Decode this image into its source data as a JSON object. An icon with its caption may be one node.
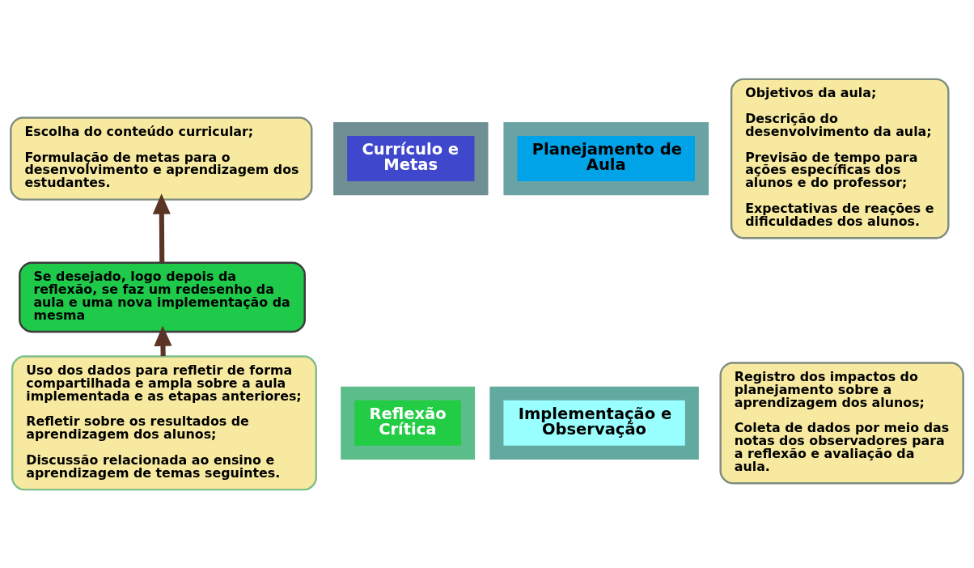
{
  "diagram": {
    "nodes": [
      {
        "text": [
          "Escolha do conteúdo curricular;",
          "Formulação de metas para o desenvolvimento e aprendizagem dos estudantes."
        ]
      },
      {
        "text": [
          "Currículo e Metas"
        ]
      },
      {
        "text": [
          "Planejamento de Aula"
        ]
      },
      {
        "text": [
          "Objetivos da aula;",
          "Descrição do desenvolvimento da aula;",
          "Previsão de tempo para ações específicas dos alunos e do professor;",
          "Expectativas de reações e dificuldades dos alunos."
        ]
      },
      {
        "text": [
          "Se desejado, logo depois da reflexão, se faz um redesenho da aula e uma nova implementação da mesma"
        ]
      },
      {
        "text": [
          "Reflexão Crítica"
        ]
      },
      {
        "text": [
          "Implementação e Observação"
        ]
      },
      {
        "text": [
          "Uso dos dados para refletir de forma compartilhada e ampla sobre a aula implementada e as etapas anteriores;",
          "Refletir sobre os resultados de aprendizagem dos alunos;",
          "Discussão relacionada ao ensino e aprendizagem de temas seguintes."
        ]
      },
      {
        "text": [
          "Registro dos impactos do planejamento sobre a aprendizagem dos alunos;",
          "Coleta de dados por meio das notas dos observadores para a reflexão e avaliação da aula."
        ]
      }
    ],
    "edges": [
      {
        "from": 7,
        "to": 4,
        "arrow": "to"
      },
      {
        "from": 4,
        "to": 0,
        "arrow": "to"
      }
    ]
  }
}
